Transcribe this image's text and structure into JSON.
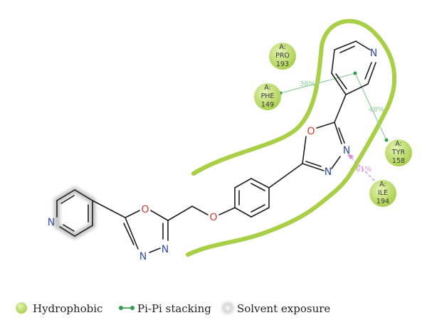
{
  "atoms": {
    "n_left_pyridine": "N",
    "o_left_oxadiazole": "O",
    "n_left_oxadiazole_a": "N",
    "n_left_oxadiazole_b": "N",
    "o_ether": "O",
    "o_right_oxadiazole": "O",
    "n_right_oxadiazole_a": "N",
    "n_right_oxadiazole_b": "N",
    "n_right_pyridine": "N"
  },
  "residues": [
    {
      "chain": "A:",
      "name": "PRO",
      "number": "193"
    },
    {
      "chain": "A:",
      "name": "PHE",
      "number": "149"
    },
    {
      "chain": "A:",
      "name": "TYR",
      "number": "158"
    },
    {
      "chain": "A:",
      "name": "ILE",
      "number": "194"
    }
  ],
  "interactions": {
    "phe149_pct": "38%",
    "tyr158_pct": "48%",
    "ile194_pct": "61%"
  },
  "legend": {
    "hydrophobic": "Hydrophobic",
    "pipi": "Pi-Pi stacking",
    "solvent": "Solvent exposure"
  },
  "colors": {
    "hydrophobic": "#a8cf45",
    "pipi": "#2e9e4a",
    "pipi_line": "#9bd3a6",
    "hbond": "#d98fd4",
    "nitrogen": "#2f4fa6",
    "oxygen": "#d23a2a",
    "bond": "#1e1e1e"
  }
}
